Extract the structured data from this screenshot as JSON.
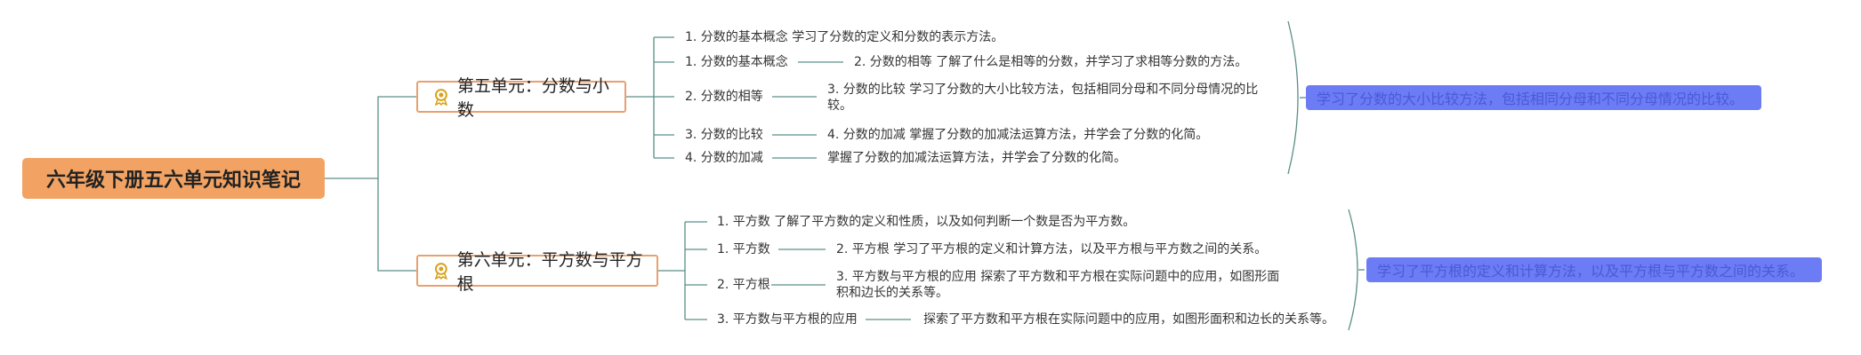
{
  "root": {
    "title": "六年级下册五六单元知识笔记"
  },
  "unit5": {
    "title": "第五单元：分数与小数",
    "items": [
      "1. 分数的基本概念 学习了分数的定义和分数的表示方法。",
      "1. 分数的基本概念",
      "2. 分数的相等 了解了什么是相等的分数，并学习了求相等分数的方法。",
      "2. 分数的相等",
      "3. 分数的比较 学习了分数的大小比较方法，包括相同分母和不同分母情况的比较。",
      "3. 分数的比较",
      "4. 分数的加减 掌握了分数的加减法运算方法，并学会了分数的化简。",
      "4. 分数的加减",
      "掌握了分数的加减法运算方法，并学会了分数的化简。"
    ],
    "summary": "学习了分数的大小比较方法，包括相同分母和不同分母情况的比较。"
  },
  "unit6": {
    "title": "第六单元：平方数与平方根",
    "items": [
      "1. 平方数 了解了平方数的定义和性质，以及如何判断一个数是否为平方数。",
      "1. 平方数",
      "2. 平方根 学习了平方根的定义和计算方法，以及平方根与平方数之间的关系。",
      "2. 平方根",
      "3. 平方数与平方根的应用 探索了平方数和平方根在实际问题中的应用，如图形面积和边长的关系等。",
      "3. 平方数与平方根的应用",
      "探索了平方数和平方根在实际问题中的应用，如图形面积和边长的关系等。"
    ],
    "summary": "学习了平方根的定义和计算方法，以及平方根与平方数之间的关系。"
  },
  "colors": {
    "line": "#5a8f86",
    "root": "#f2a363",
    "unitBorder": "#e8a070",
    "summary": "#6c7cf5"
  }
}
